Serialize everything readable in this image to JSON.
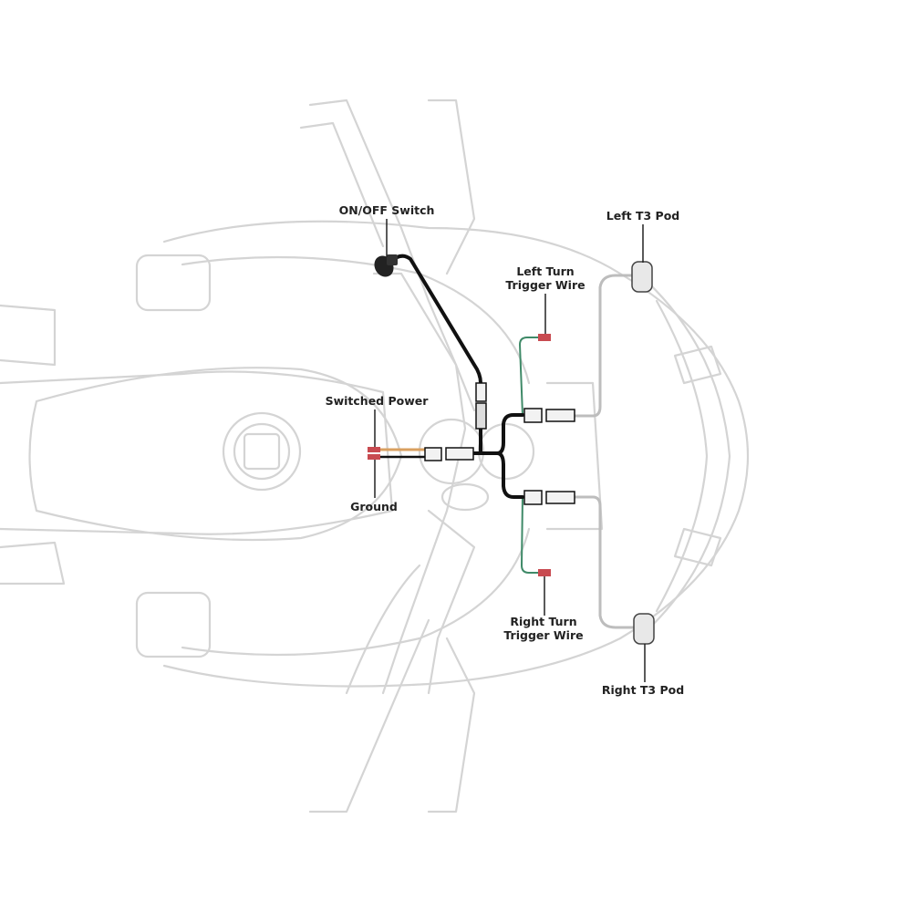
{
  "labels": {
    "switch": "ON/OFF Switch",
    "left_pod": "Left T3 Pod",
    "left_turn": [
      "Left Turn",
      "Trigger Wire"
    ],
    "switched_power": "Switched Power",
    "ground": "Ground",
    "right_turn": [
      "Right Turn",
      "Trigger Wire"
    ],
    "right_pod": "Right T3 Pod"
  },
  "colors": {
    "harness": "#111111",
    "trigger_wire": "#3f8a68",
    "power_wire": "#d9a060",
    "tag": "#c84a50",
    "pod_wire": "#bdbdbd",
    "outline": "#d4d4d4"
  }
}
